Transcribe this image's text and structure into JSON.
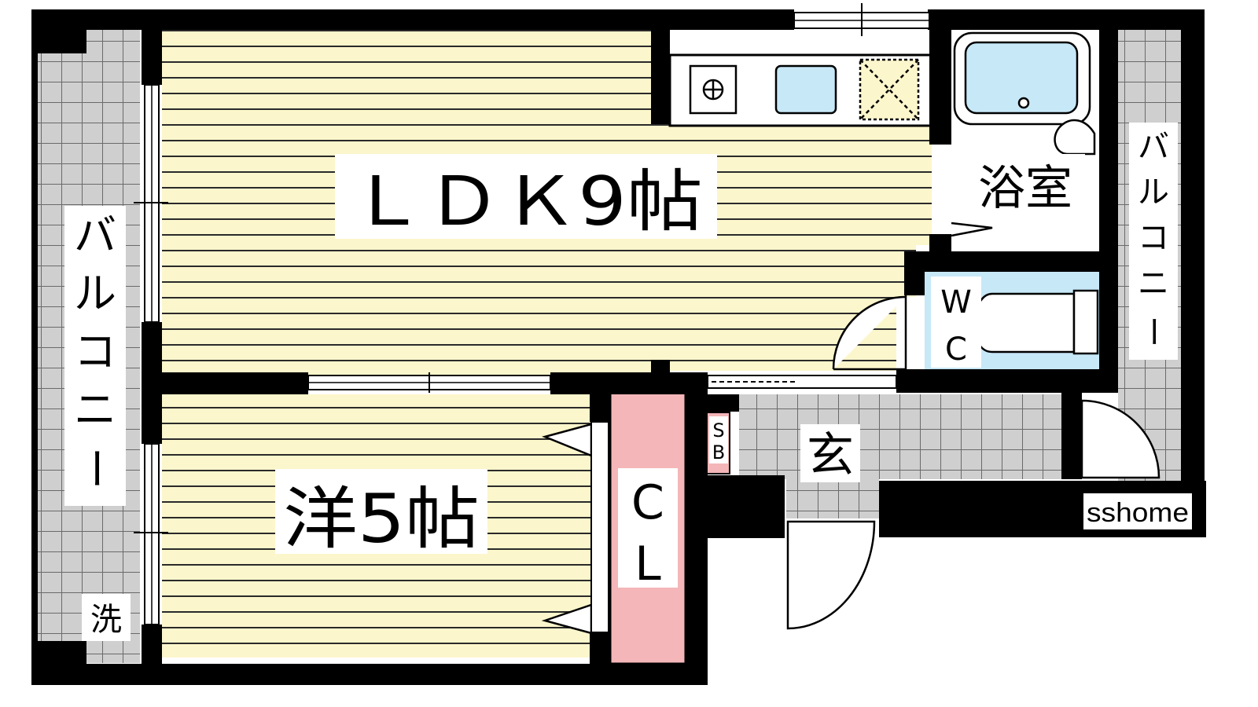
{
  "floor_plan": {
    "rooms": {
      "ldk": "ＬＤＫ9帖",
      "western": "洋5帖",
      "bath": "浴室",
      "wc_1": "W",
      "wc_2": "C",
      "closet_1": "C",
      "closet_2": "L",
      "shoe_box_1": "S",
      "shoe_box_2": "B",
      "entrance": "玄",
      "laundry": "洗"
    },
    "balcony_left": [
      "バ",
      "ル",
      "コ",
      "ニ",
      "ー"
    ],
    "balcony_right": [
      "バ",
      "ル",
      "コ",
      "ニ",
      "ー"
    ],
    "logo": "sshome"
  },
  "colors": {
    "floor": "#fcf6cc",
    "floor_lines": "#222222",
    "wall": "#000000",
    "tile": "#cfcfcf",
    "tile_lines": "#6a6a6a",
    "fixture_blue": "#c7e8f7",
    "closet_pink": "#f4b6b8",
    "label_bg": "#ffffff"
  }
}
